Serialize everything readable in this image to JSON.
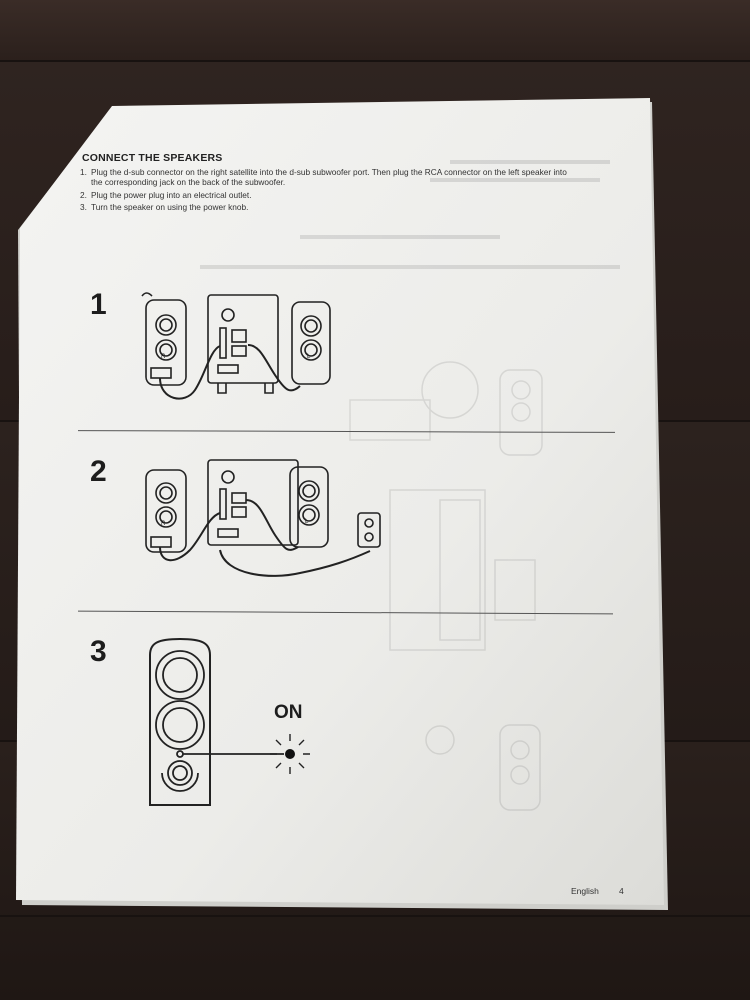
{
  "document": {
    "heading": "CONNECT THE SPEAKERS",
    "steps": [
      {
        "num": "1.",
        "text": "Plug the d-sub connector on the right satellite into the d-sub subwoofer port. Then plug the RCA connector on the left speaker into the corresponding jack on the back of the subwoofer."
      },
      {
        "num": "2.",
        "text": "Plug the power plug into an electrical outlet."
      },
      {
        "num": "3.",
        "text": "Turn the speaker on using the power knob."
      }
    ],
    "figure_numbers": [
      "1",
      "2",
      "3"
    ],
    "speaker_labels": {
      "right": "R",
      "left": "L"
    },
    "power_state_label": "ON",
    "footer": {
      "language": "English",
      "page": "4"
    }
  }
}
